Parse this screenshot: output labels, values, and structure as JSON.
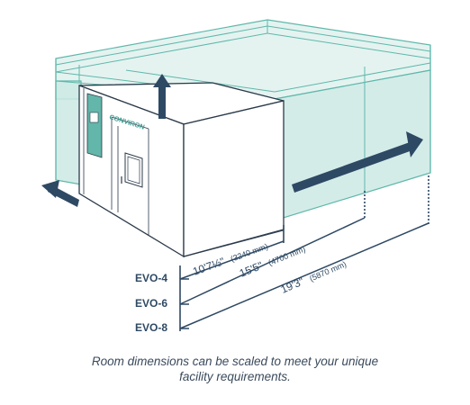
{
  "brand": {
    "name": "CONVIRON"
  },
  "models": [
    {
      "label": "EVO-4",
      "dimension_imperial": "10'7½\"",
      "dimension_metric": "(3240 mm)"
    },
    {
      "label": "EVO-6",
      "dimension_imperial": "15'5\"",
      "dimension_metric": "(4700 mm)"
    },
    {
      "label": "EVO-8",
      "dimension_imperial": "19'3\"",
      "dimension_metric": "(5870 mm)"
    }
  ],
  "caption": {
    "line1": "Room dimensions can be scaled to meet your unique",
    "line2": "facility requirements."
  },
  "colors": {
    "teal_fill": "#cde9e4",
    "teal_line": "#5fb8ab",
    "navy": "#2e4964",
    "outline": "#2b3a4a"
  },
  "icons": [
    "up-arrow-icon",
    "left-arrow-icon",
    "right-arrow-icon"
  ]
}
